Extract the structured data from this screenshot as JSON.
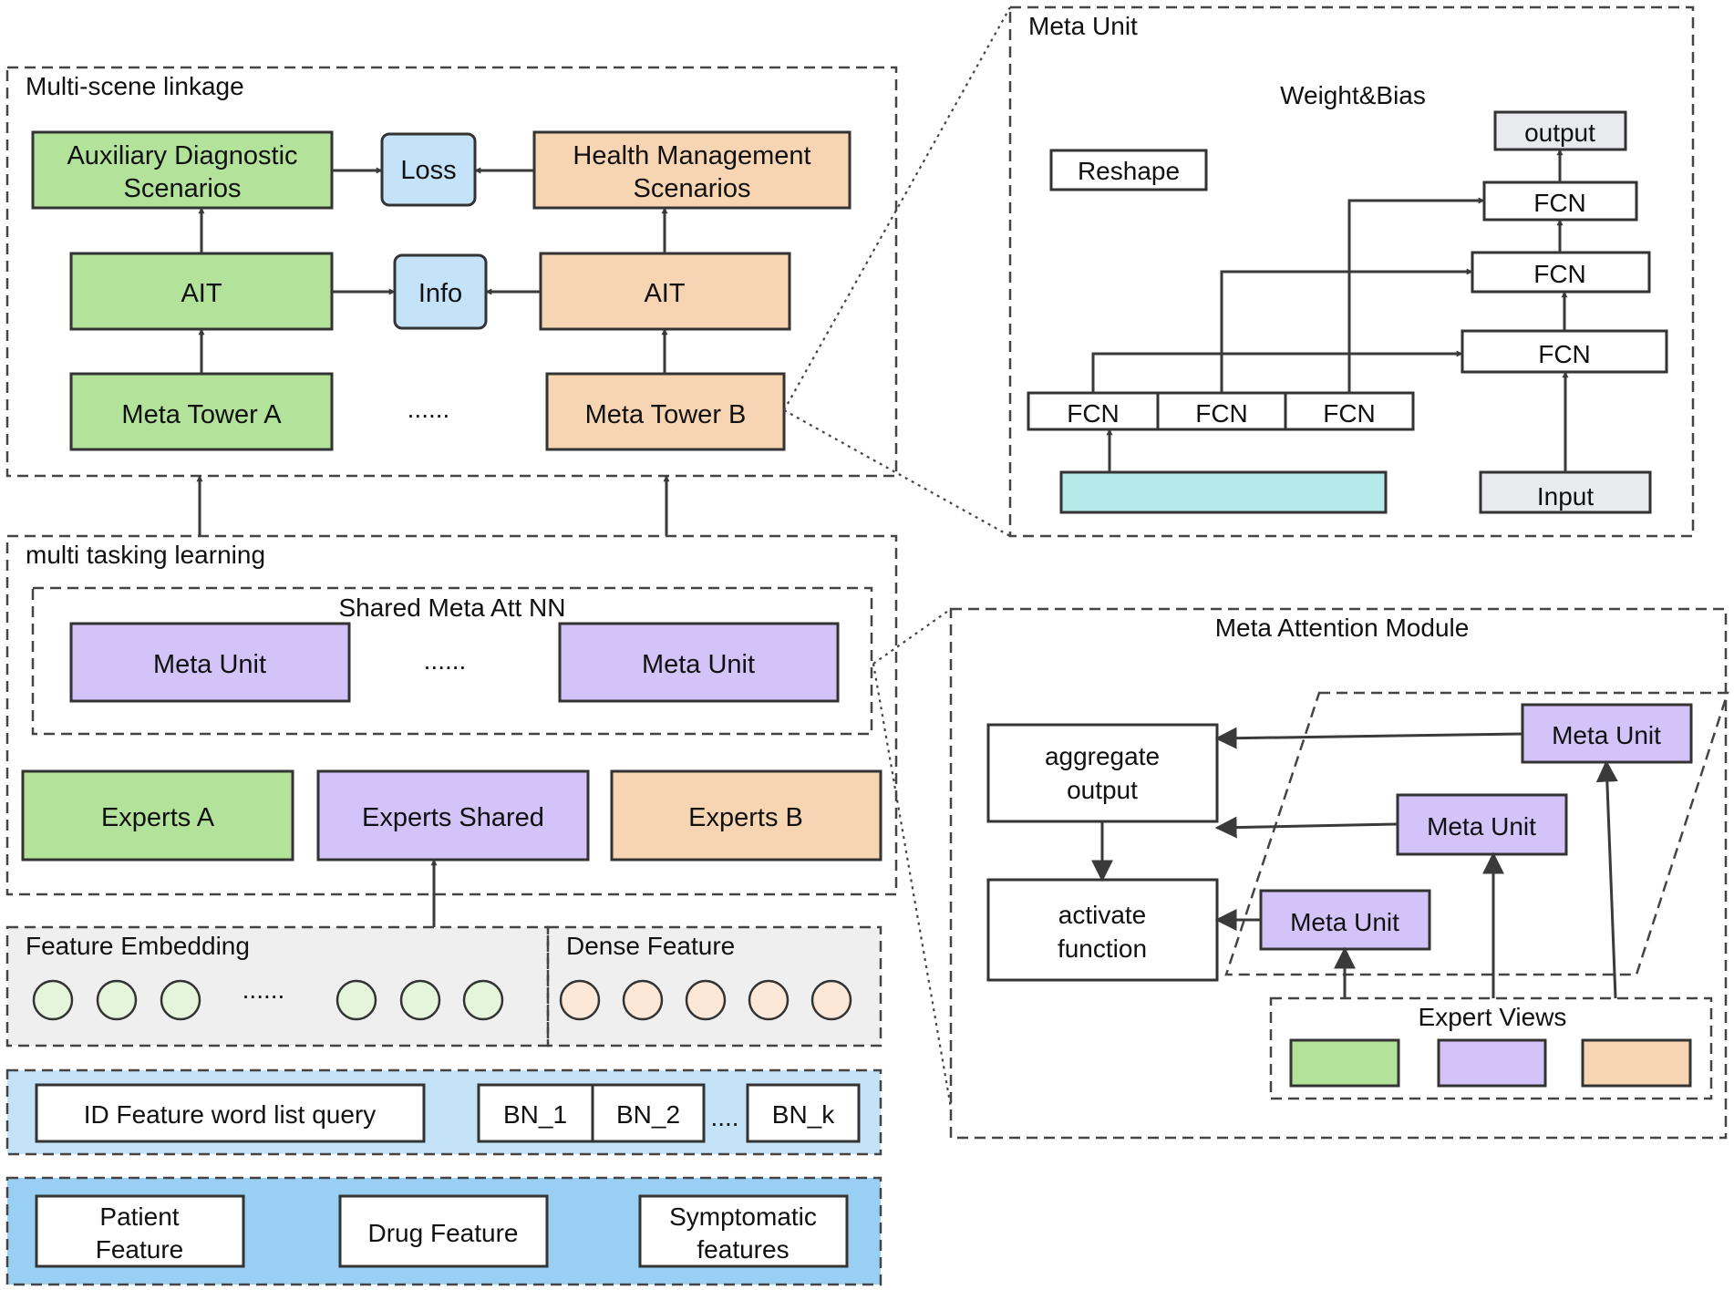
{
  "colors": {
    "green": "#b3e39a",
    "orange": "#f7d4b2",
    "purple": "#d4c3f8",
    "blue": "#c4e3f8",
    "teal": "#b6e9e9",
    "gray": "#e8eaed",
    "embedding_bg": "#efefef",
    "dense_circle": "#fde8d8",
    "green_circle": "#e5f5dc",
    "id_band": "#c4e3f8",
    "input_band": "#98cff2"
  },
  "multi_scene": {
    "title": "Multi-scene linkage",
    "aux": [
      "Auxiliary Diagnostic",
      "Scenarios"
    ],
    "health": [
      "Health Management",
      "Scenarios"
    ],
    "loss": "Loss",
    "info": "Info",
    "ait_a": "AIT",
    "ait_b": "AIT",
    "tower_a": "Meta Tower A",
    "tower_b": "Meta Tower B",
    "ellipsis": "......"
  },
  "meta_unit_detail": {
    "title": "Meta Unit",
    "weight_bias": "Weight&Bias",
    "reshape": "Reshape",
    "output": "output",
    "fcn": "FCN",
    "input": "Input"
  },
  "mtl": {
    "title": "multi tasking learning",
    "shared_title": "Shared Meta Att NN",
    "meta_unit": "Meta Unit",
    "ellipsis": "......",
    "experts_a": "Experts A",
    "experts_shared": "Experts Shared",
    "experts_b": "Experts B"
  },
  "embedding": {
    "title": "Feature Embedding",
    "dense_title": "Dense Feature",
    "ellipsis": "......"
  },
  "id_layer": {
    "query": "ID Feature word list query",
    "bn1": "BN_1",
    "bn2": "BN_2",
    "ellipsis": "....",
    "bnk": "BN_k"
  },
  "input_layer": {
    "patient": [
      "Patient",
      "Feature"
    ],
    "drug": "Drug Feature",
    "symptom": [
      "Symptomatic",
      "features"
    ]
  },
  "attention": {
    "title": "Meta Attention Module",
    "aggregate": [
      "aggregate",
      "output"
    ],
    "activate": [
      "activate",
      "function"
    ],
    "meta_unit": "Meta Unit",
    "expert_views": "Expert Views"
  }
}
